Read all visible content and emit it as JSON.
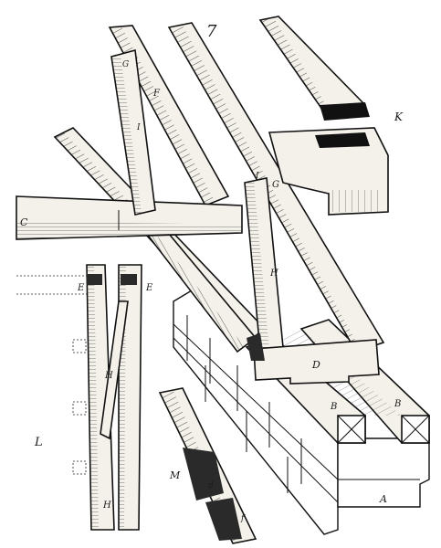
{
  "figure_number": "7",
  "labels": {
    "A": "A",
    "B_left": "B",
    "B_right": "B",
    "C": "C",
    "D": "D",
    "E_left": "E",
    "E_right": "E",
    "F": "F",
    "G_left": "G",
    "G_right": "G",
    "H_center": "H",
    "H_lower": "H",
    "H_bottom": "H",
    "I_upper": "I",
    "I_lower": "I",
    "K": "K",
    "L": "L",
    "M": "M",
    "small_d": "d",
    "small_f": "f"
  }
}
